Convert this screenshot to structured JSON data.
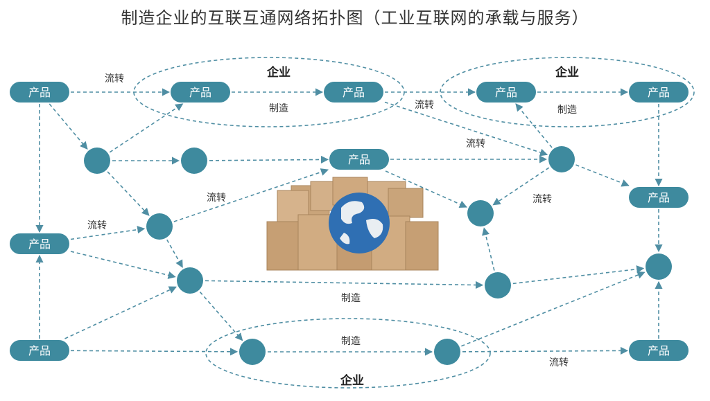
{
  "title": "制造企业的互联互通网络拓扑图（工业互联网的承载与服务）",
  "colors": {
    "node": "#3e8a9e",
    "edge": "#4f8ea3",
    "enterprise_ring": "#4f8ea3"
  },
  "labels": {
    "product": "产品",
    "flow": "流转",
    "make": "制造",
    "enterprise": "企业"
  },
  "center_image": "globe-on-cardboard-boxes"
}
